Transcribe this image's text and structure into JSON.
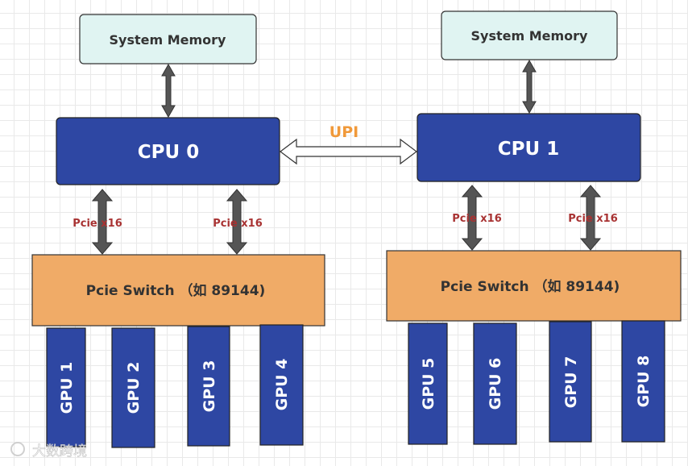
{
  "nodes": {
    "mem0": "System  Memory",
    "mem1": "System  Memory",
    "cpu0": "CPU 0",
    "cpu1": "CPU 1",
    "switch0": "Pcie Switch （如 89144)",
    "switch1": "Pcie Switch （如 89144)",
    "gpus": [
      "GPU 1",
      "GPU 2",
      "GPU 3",
      "GPU 4",
      "GPU 5",
      "GPU 6",
      "GPU 7",
      "GPU 8"
    ]
  },
  "links": {
    "upi": "UPI",
    "pcie": [
      "Pcie x16",
      "Pcie x16",
      "Pcie x16",
      "Pcie x16"
    ]
  },
  "watermark": "大数跨境",
  "colors": {
    "cpu": "#2e47a3",
    "switch": "#f0ab67",
    "memory": "#e0f4f2",
    "pcie_label": "#a83232",
    "upi_label": "#f0993a"
  }
}
